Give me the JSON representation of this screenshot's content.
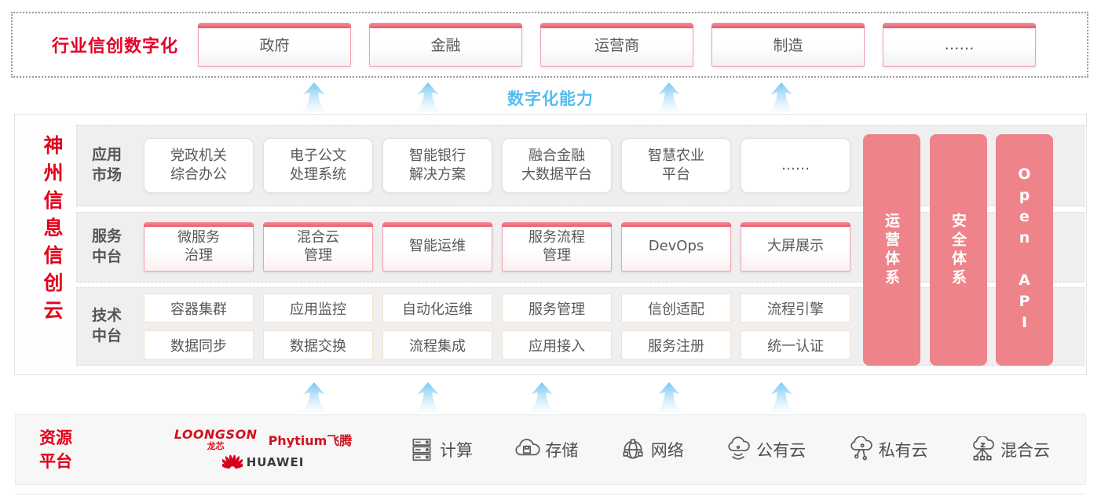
{
  "colors": {
    "accent_red": "#e2001a",
    "title_red": "#e60027",
    "pillar_pink": "#ee838a",
    "capability_blue": "#53bdf0",
    "box_text_gray": "#58595b"
  },
  "top_band": {
    "title": "行业信创数字化",
    "industries": [
      "政府",
      "金融",
      "运营商",
      "制造",
      "……"
    ]
  },
  "capability_band": {
    "label": "数字化能力"
  },
  "platform": {
    "side_title": "神州信息信创云",
    "rows": [
      {
        "label": "应用\n市场",
        "items": [
          "党政机关\n综合办公",
          "电子公文\n处理系统",
          "智能银行\n解决方案",
          "融合金融\n大数据平台",
          "智慧农业\n平台",
          "……"
        ]
      },
      {
        "label": "服务\n中台",
        "items": [
          "微服务\n治理",
          "混合云\n管理",
          "智能运维",
          "服务流程\n管理",
          "DevOps",
          "大屏展示"
        ]
      },
      {
        "label": "技术\n中台",
        "items_top": [
          "容器集群",
          "应用监控",
          "自动化运维",
          "服务管理",
          "信创适配",
          "流程引擎"
        ],
        "items_bottom": [
          "数据同步",
          "数据交换",
          "流程集成",
          "应用接入",
          "服务注册",
          "统一认证"
        ]
      }
    ],
    "pillars": [
      "运营体系",
      "安全体系",
      "Open API"
    ]
  },
  "resources": {
    "label": "资源\n平台",
    "vendors": {
      "loongson_en": "LOONGSON",
      "loongson_cn": "龙芯",
      "phytium": "Phytium飞腾",
      "huawei": "HUAWEI"
    },
    "items": [
      {
        "icon": "compute-icon",
        "label": "计算"
      },
      {
        "icon": "storage-icon",
        "label": "存储"
      },
      {
        "icon": "network-icon",
        "label": "网络"
      },
      {
        "icon": "public-cloud-icon",
        "label": "公有云"
      },
      {
        "icon": "private-cloud-icon",
        "label": "私有云"
      },
      {
        "icon": "hybrid-cloud-icon",
        "label": "混合云"
      }
    ]
  }
}
